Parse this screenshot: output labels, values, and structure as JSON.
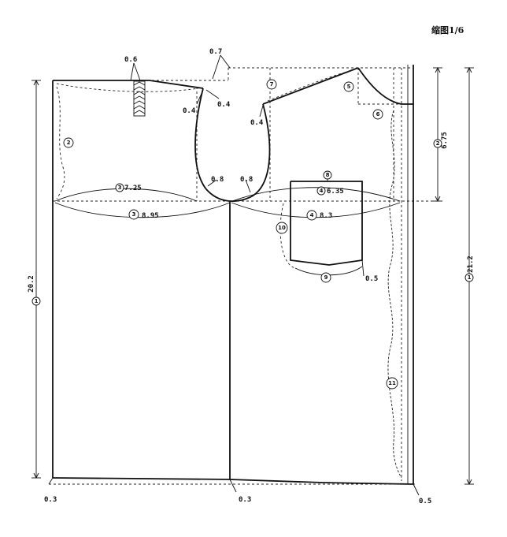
{
  "scale_label": "缩图1/6",
  "measurements": {
    "total_length_left": "20.2",
    "total_length_right": "21.2",
    "armhole_depth": "6.75",
    "front_chest_line": "7.25",
    "back_chest_line": "6.35",
    "front_hem_width": "8.95",
    "back_hem_width": "8.3",
    "shoulder_rise": "0.7",
    "collar_notch_top": "0.6",
    "shoulder_front_inner": "0.4",
    "shoulder_front_outer": "0.4",
    "shoulder_back": "0.4",
    "underarm_front": "0.8",
    "underarm_back": "0.8",
    "pocket_flap": "0.5",
    "hem_left": "0.3",
    "hem_center": "0.3",
    "hem_right": "0.5"
  },
  "markers": {
    "m1a": "1",
    "m1b": "1",
    "m2": "2",
    "m2b": "2",
    "m3a": "3",
    "m3b": "3",
    "m4a": "4",
    "m4b": "4",
    "m5": "5",
    "m6": "6",
    "m7": "7",
    "m8": "8",
    "m9": "9",
    "m10": "10",
    "m11": "11"
  }
}
